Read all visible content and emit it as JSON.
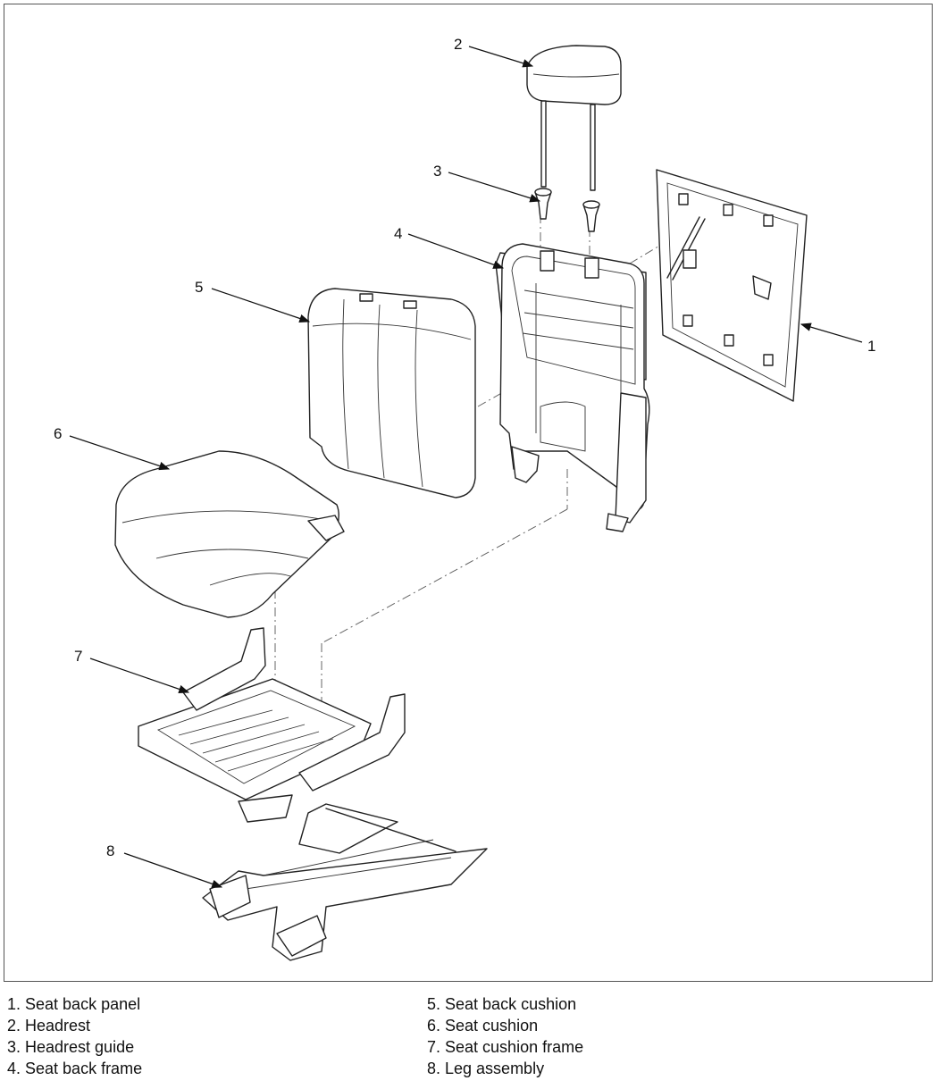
{
  "callouts": [
    {
      "id": "1",
      "label": "1"
    },
    {
      "id": "2",
      "label": "2"
    },
    {
      "id": "3",
      "label": "3"
    },
    {
      "id": "4",
      "label": "4"
    },
    {
      "id": "5",
      "label": "5"
    },
    {
      "id": "6",
      "label": "6"
    },
    {
      "id": "7",
      "label": "7"
    },
    {
      "id": "8",
      "label": "8"
    }
  ],
  "legend": {
    "left": [
      "1. Seat back panel",
      "2. Headrest",
      "3. Headrest guide",
      "4. Seat back frame"
    ],
    "right": [
      "5. Seat back cushion",
      "6. Seat cushion",
      "7. Seat cushion frame",
      "8. Leg assembly"
    ]
  }
}
